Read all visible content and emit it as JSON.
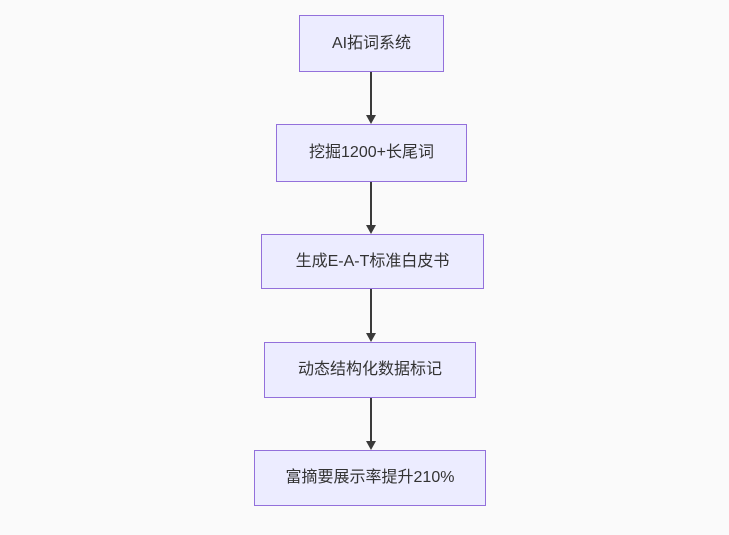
{
  "diagram": {
    "type": "flowchart",
    "direction": "top-down",
    "nodes": [
      {
        "id": "step-1",
        "label": "AI拓词系统"
      },
      {
        "id": "step-2",
        "label": "挖掘1200+长尾词"
      },
      {
        "id": "step-3",
        "label": "生成E-A-T标准白皮书"
      },
      {
        "id": "step-4",
        "label": "动态结构化数据标记"
      },
      {
        "id": "step-5",
        "label": "富摘要展示率提升210%"
      }
    ],
    "edges": [
      {
        "from": "step-1",
        "to": "step-2"
      },
      {
        "from": "step-2",
        "to": "step-3"
      },
      {
        "from": "step-3",
        "to": "step-4"
      },
      {
        "from": "step-4",
        "to": "step-5"
      }
    ]
  },
  "colors": {
    "background": "#fafafa",
    "node-fill": "#ececff",
    "node-border": "#9370db",
    "node-text": "#333333",
    "arrow": "#3a3a3a"
  }
}
